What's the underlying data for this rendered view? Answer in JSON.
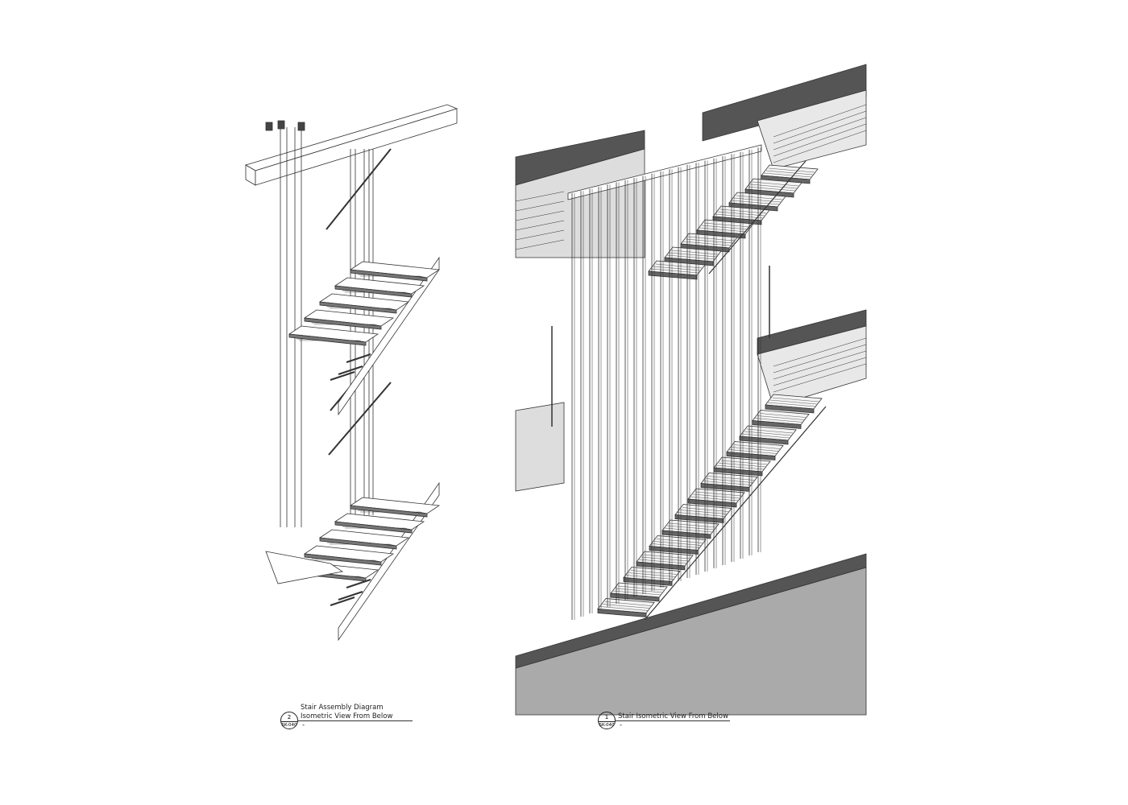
{
  "views": [
    {
      "number": "2",
      "sheet": "SK-040",
      "title_line1": "Stair Assembly Diagram",
      "title_line2": "Isometric View From Below",
      "scale": "-"
    },
    {
      "number": "1",
      "sheet": "SK-040",
      "title_line1": "Stair Isometric View From Below",
      "scale": "-"
    }
  ]
}
